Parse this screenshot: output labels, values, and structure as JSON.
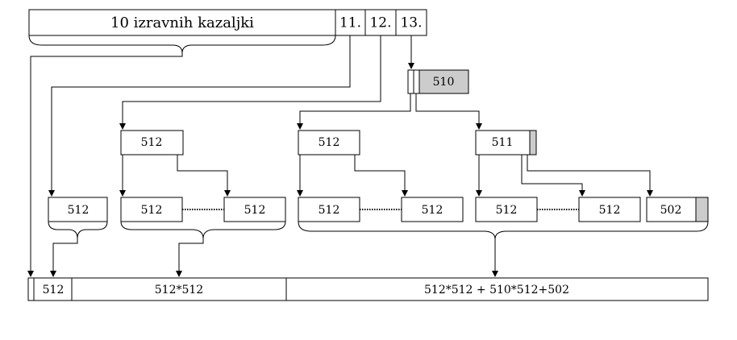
{
  "inode": {
    "direct_label": "10 izravnih kazaljki",
    "pointer_11": "11.",
    "pointer_12": "12.",
    "pointer_13": "13."
  },
  "blocks": {
    "triple_top_count": "510",
    "double_l2": "512",
    "triple_l2_left": "512",
    "triple_l2_right": "511",
    "single_leaf": "512",
    "double_leaf_1": "512",
    "double_leaf_2": "512",
    "triple_leaf_1": "512",
    "triple_leaf_2": "512",
    "triple_leaf_3": "512",
    "triple_leaf_4": "512",
    "triple_leaf_5": "502"
  },
  "file": {
    "seg_single": "512",
    "seg_double": "512*512",
    "seg_triple": "512*512 + 510*512+502"
  }
}
